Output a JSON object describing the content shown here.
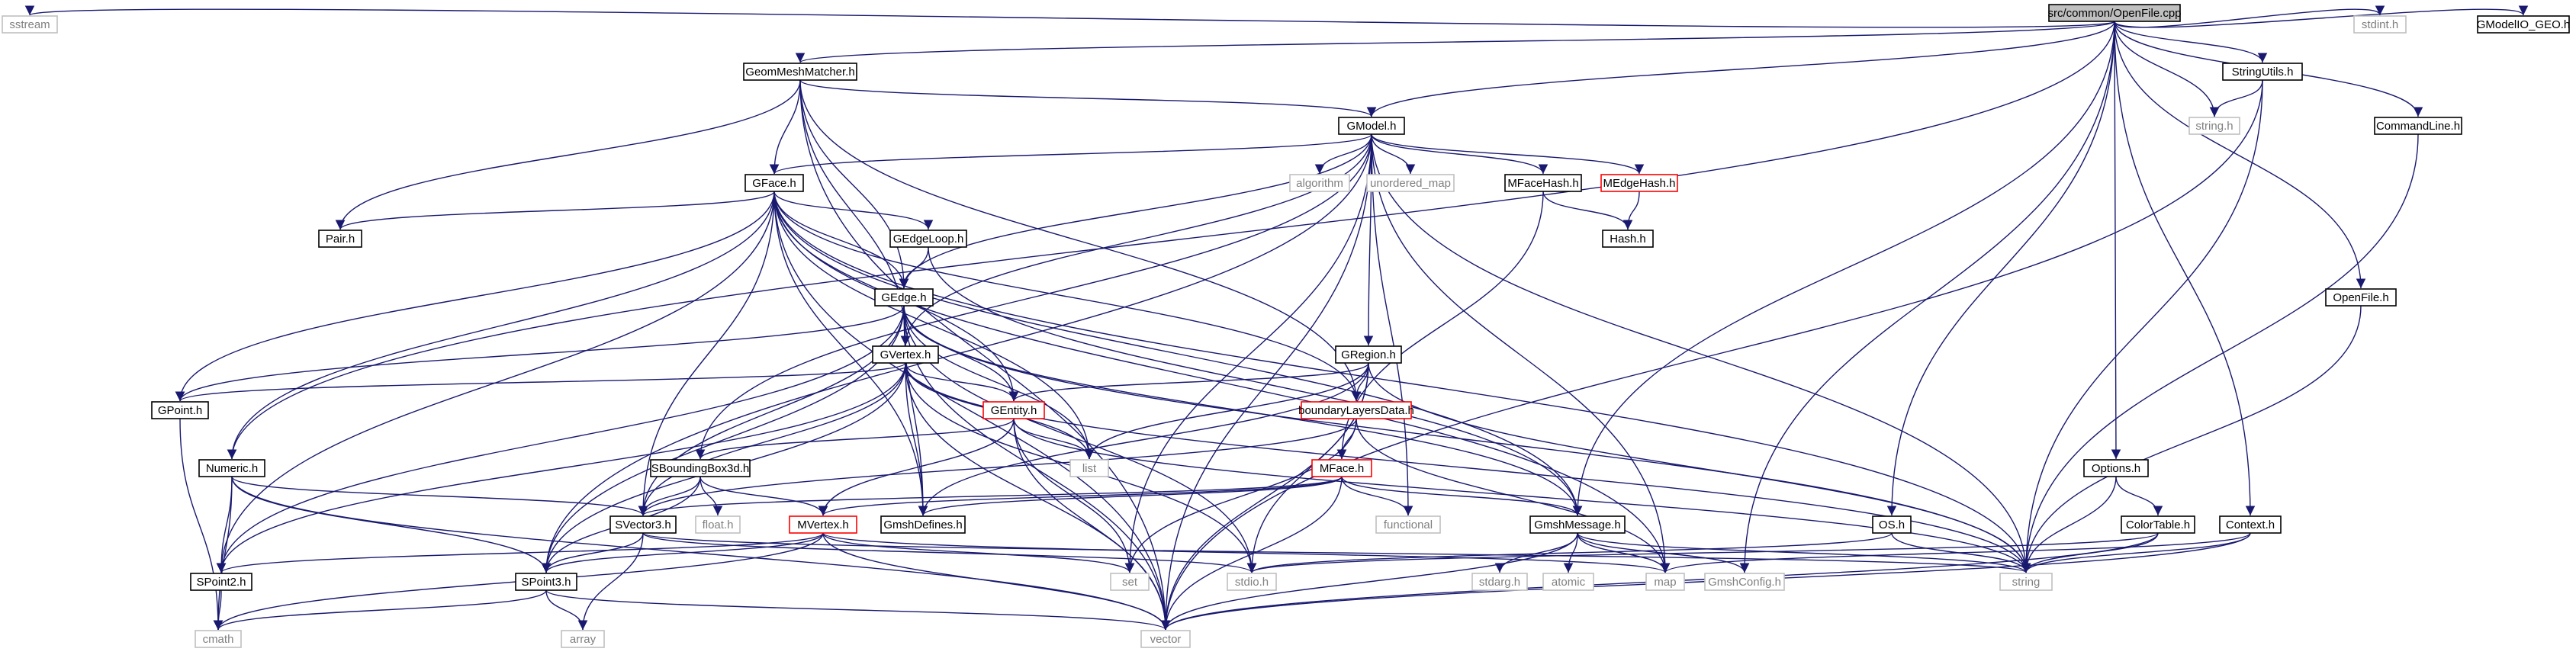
{
  "colors": {
    "edge": "#191970",
    "normal_border": "#000000",
    "normal_text": "#000000",
    "system_border": "#bfbfbf",
    "system_text": "#808080",
    "truncated_border": "#ff0000",
    "root_fill": "#bfbfbf",
    "box_fill": "#ffffff"
  },
  "nodes": [
    {
      "id": "root",
      "label": "src/common/OpenFile.cpp",
      "kind": "root"
    },
    {
      "id": "sstream",
      "label": "sstream",
      "kind": "system"
    },
    {
      "id": "GeomMeshMatcher_h",
      "label": "GeomMeshMatcher.h",
      "kind": "normal"
    },
    {
      "id": "StringUtils_h",
      "label": "StringUtils.h",
      "kind": "normal"
    },
    {
      "id": "stdint_h",
      "label": "stdint.h",
      "kind": "system"
    },
    {
      "id": "GModelIO_GEO_h",
      "label": "GModelIO_GEO.h",
      "kind": "normal"
    },
    {
      "id": "string_h",
      "label": "string.h",
      "kind": "system"
    },
    {
      "id": "CommandLine_h",
      "label": "CommandLine.h",
      "kind": "normal"
    },
    {
      "id": "GModel_h",
      "label": "GModel.h",
      "kind": "normal"
    },
    {
      "id": "algorithm",
      "label": "algorithm",
      "kind": "system"
    },
    {
      "id": "unordered_map",
      "label": "unordered_map",
      "kind": "system"
    },
    {
      "id": "MFaceHash_h",
      "label": "MFaceHash.h",
      "kind": "normal"
    },
    {
      "id": "MEdgeHash_h",
      "label": "MEdgeHash.h",
      "kind": "truncated"
    },
    {
      "id": "Hash_h",
      "label": "Hash.h",
      "kind": "normal"
    },
    {
      "id": "GFace_h",
      "label": "GFace.h",
      "kind": "normal"
    },
    {
      "id": "Pair_h",
      "label": "Pair.h",
      "kind": "normal"
    },
    {
      "id": "GEdgeLoop_h",
      "label": "GEdgeLoop.h",
      "kind": "normal"
    },
    {
      "id": "GEdge_h",
      "label": "GEdge.h",
      "kind": "normal"
    },
    {
      "id": "GVertex_h",
      "label": "GVertex.h",
      "kind": "normal"
    },
    {
      "id": "GRegion_h",
      "label": "GRegion.h",
      "kind": "normal"
    },
    {
      "id": "GPoint_h",
      "label": "GPoint.h",
      "kind": "normal"
    },
    {
      "id": "GEntity_h",
      "label": "GEntity.h",
      "kind": "truncated"
    },
    {
      "id": "boundaryLayersData_h",
      "label": "boundaryLayersData.h",
      "kind": "truncated"
    },
    {
      "id": "OpenFile_h",
      "label": "OpenFile.h",
      "kind": "normal"
    },
    {
      "id": "Numeric_h",
      "label": "Numeric.h",
      "kind": "normal"
    },
    {
      "id": "SBoundingBox3d_h",
      "label": "SBoundingBox3d.h",
      "kind": "normal"
    },
    {
      "id": "list",
      "label": "list",
      "kind": "system"
    },
    {
      "id": "MFace_h",
      "label": "MFace.h",
      "kind": "truncated"
    },
    {
      "id": "Options_h",
      "label": "Options.h",
      "kind": "normal"
    },
    {
      "id": "float_h",
      "label": "float.h",
      "kind": "system"
    },
    {
      "id": "functional",
      "label": "functional",
      "kind": "system"
    },
    {
      "id": "SVector3_h",
      "label": "SVector3.h",
      "kind": "normal"
    },
    {
      "id": "MVertex_h",
      "label": "MVertex.h",
      "kind": "truncated"
    },
    {
      "id": "GmshDefines_h",
      "label": "GmshDefines.h",
      "kind": "normal"
    },
    {
      "id": "GmshMessage_h",
      "label": "GmshMessage.h",
      "kind": "normal"
    },
    {
      "id": "OS_h",
      "label": "OS.h",
      "kind": "normal"
    },
    {
      "id": "ColorTable_h",
      "label": "ColorTable.h",
      "kind": "normal"
    },
    {
      "id": "Context_h",
      "label": "Context.h",
      "kind": "normal"
    },
    {
      "id": "SPoint2_h",
      "label": "SPoint2.h",
      "kind": "normal"
    },
    {
      "id": "SPoint3_h",
      "label": "SPoint3.h",
      "kind": "normal"
    },
    {
      "id": "set",
      "label": "set",
      "kind": "system"
    },
    {
      "id": "stdio_h",
      "label": "stdio.h",
      "kind": "system"
    },
    {
      "id": "stdarg_h",
      "label": "stdarg.h",
      "kind": "system"
    },
    {
      "id": "atomic",
      "label": "atomic",
      "kind": "system"
    },
    {
      "id": "map",
      "label": "map",
      "kind": "system"
    },
    {
      "id": "GmshConfig_h",
      "label": "GmshConfig.h",
      "kind": "system"
    },
    {
      "id": "string",
      "label": "string",
      "kind": "system"
    },
    {
      "id": "cmath",
      "label": "cmath",
      "kind": "system"
    },
    {
      "id": "array",
      "label": "array",
      "kind": "system"
    },
    {
      "id": "vector",
      "label": "vector",
      "kind": "system"
    }
  ],
  "edges": [
    [
      "root",
      "sstream"
    ],
    [
      "root",
      "GeomMeshMatcher_h"
    ],
    [
      "root",
      "Numeric_h"
    ],
    [
      "root",
      "GModel_h"
    ],
    [
      "root",
      "GmshMessage_h"
    ],
    [
      "root",
      "OS_h"
    ],
    [
      "root",
      "GmshConfig_h"
    ],
    [
      "root",
      "string_h"
    ],
    [
      "root",
      "StringUtils_h"
    ],
    [
      "root",
      "Options_h"
    ],
    [
      "root",
      "Context_h"
    ],
    [
      "root",
      "OpenFile_h"
    ],
    [
      "root",
      "CommandLine_h"
    ],
    [
      "root",
      "stdint_h"
    ],
    [
      "root",
      "GModelIO_GEO_h"
    ],
    [
      "GeomMeshMatcher_h",
      "GModel_h"
    ],
    [
      "GeomMeshMatcher_h",
      "Pair_h"
    ],
    [
      "GeomMeshMatcher_h",
      "GFace_h"
    ],
    [
      "GeomMeshMatcher_h",
      "GEdge_h"
    ],
    [
      "GeomMeshMatcher_h",
      "GVertex_h"
    ],
    [
      "GeomMeshMatcher_h",
      "boundaryLayersData_h"
    ],
    [
      "GeomMeshMatcher_h",
      "vector"
    ],
    [
      "StringUtils_h",
      "string_h"
    ],
    [
      "StringUtils_h",
      "string"
    ],
    [
      "StringUtils_h",
      "vector"
    ],
    [
      "CommandLine_h",
      "string"
    ],
    [
      "OpenFile_h",
      "string"
    ],
    [
      "GModel_h",
      "algorithm"
    ],
    [
      "GModel_h",
      "unordered_map"
    ],
    [
      "GModel_h",
      "MFaceHash_h"
    ],
    [
      "GModel_h",
      "MEdgeHash_h"
    ],
    [
      "GModel_h",
      "GFace_h"
    ],
    [
      "GModel_h",
      "GEdge_h"
    ],
    [
      "GModel_h",
      "GVertex_h"
    ],
    [
      "GModel_h",
      "GRegion_h"
    ],
    [
      "GModel_h",
      "SPoint3_h"
    ],
    [
      "GModel_h",
      "SBoundingBox3d_h"
    ],
    [
      "GModel_h",
      "map"
    ],
    [
      "GModel_h",
      "set"
    ],
    [
      "GModel_h",
      "string"
    ],
    [
      "GModel_h",
      "vector"
    ],
    [
      "GModel_h",
      "functional"
    ],
    [
      "MFaceHash_h",
      "Hash_h"
    ],
    [
      "MFaceHash_h",
      "MFace_h"
    ],
    [
      "MEdgeHash_h",
      "Hash_h"
    ],
    [
      "GFace_h",
      "Pair_h"
    ],
    [
      "GFace_h",
      "GEdgeLoop_h"
    ],
    [
      "GFace_h",
      "GEdge_h"
    ],
    [
      "GFace_h",
      "GEntity_h"
    ],
    [
      "GFace_h",
      "GPoint_h"
    ],
    [
      "GFace_h",
      "Numeric_h"
    ],
    [
      "GFace_h",
      "SPoint2_h"
    ],
    [
      "GFace_h",
      "SVector3_h"
    ],
    [
      "GFace_h",
      "GmshDefines_h"
    ],
    [
      "GFace_h",
      "boundaryLayersData_h"
    ],
    [
      "GFace_h",
      "list"
    ],
    [
      "GFace_h",
      "string"
    ],
    [
      "GFace_h",
      "vector"
    ],
    [
      "GFace_h",
      "map"
    ],
    [
      "GFace_h",
      "GmshMessage_h"
    ],
    [
      "GEdgeLoop_h",
      "GEdge_h"
    ],
    [
      "GEdgeLoop_h",
      "GmshMessage_h"
    ],
    [
      "GEdge_h",
      "GVertex_h"
    ],
    [
      "GEdge_h",
      "GEntity_h"
    ],
    [
      "GEdge_h",
      "GPoint_h"
    ],
    [
      "GEdge_h",
      "SVector3_h"
    ],
    [
      "GEdge_h",
      "SPoint3_h"
    ],
    [
      "GEdge_h",
      "GmshDefines_h"
    ],
    [
      "GEdge_h",
      "GmshMessage_h"
    ],
    [
      "GEdge_h",
      "list"
    ],
    [
      "GEdge_h",
      "string"
    ],
    [
      "GEdge_h",
      "vector"
    ],
    [
      "GEdge_h",
      "stdio_h"
    ],
    [
      "GEdge_h",
      "SPoint2_h"
    ],
    [
      "GVertex_h",
      "GEntity_h"
    ],
    [
      "GVertex_h",
      "GPoint_h"
    ],
    [
      "GVertex_h",
      "SPoint2_h"
    ],
    [
      "GVertex_h",
      "SPoint3_h"
    ],
    [
      "GVertex_h",
      "GmshDefines_h"
    ],
    [
      "GVertex_h",
      "list"
    ],
    [
      "GVertex_h",
      "string"
    ],
    [
      "GVertex_h",
      "stdio_h"
    ],
    [
      "GVertex_h",
      "vector"
    ],
    [
      "GVertex_h",
      "SVector3_h"
    ],
    [
      "GRegion_h",
      "GEntity_h"
    ],
    [
      "GRegion_h",
      "boundaryLayersData_h"
    ],
    [
      "GRegion_h",
      "list"
    ],
    [
      "GRegion_h",
      "GmshDefines_h"
    ],
    [
      "GRegion_h",
      "string"
    ],
    [
      "GRegion_h",
      "stdio_h"
    ],
    [
      "GRegion_h",
      "vector"
    ],
    [
      "GPoint_h",
      "cmath"
    ],
    [
      "GEntity_h",
      "SBoundingBox3d_h"
    ],
    [
      "GEntity_h",
      "list"
    ],
    [
      "GEntity_h",
      "set"
    ],
    [
      "GEntity_h",
      "string"
    ],
    [
      "GEntity_h",
      "vector"
    ],
    [
      "GEntity_h",
      "MVertex_h"
    ],
    [
      "boundaryLayersData_h",
      "MFace_h"
    ],
    [
      "boundaryLayersData_h",
      "SVector3_h"
    ],
    [
      "boundaryLayersData_h",
      "set"
    ],
    [
      "boundaryLayersData_h",
      "map"
    ],
    [
      "Numeric_h",
      "SPoint2_h"
    ],
    [
      "Numeric_h",
      "SPoint3_h"
    ],
    [
      "Numeric_h",
      "SVector3_h"
    ],
    [
      "Numeric_h",
      "cmath"
    ],
    [
      "Numeric_h",
      "vector"
    ],
    [
      "SBoundingBox3d_h",
      "float_h"
    ],
    [
      "SBoundingBox3d_h",
      "SPoint3_h"
    ],
    [
      "SBoundingBox3d_h",
      "SVector3_h"
    ],
    [
      "SBoundingBox3d_h",
      "MVertex_h"
    ],
    [
      "MFace_h",
      "functional"
    ],
    [
      "MFace_h",
      "MVertex_h"
    ],
    [
      "MFace_h",
      "SVector3_h"
    ],
    [
      "MFace_h",
      "GmshDefines_h"
    ],
    [
      "MFace_h",
      "GmshMessage_h"
    ],
    [
      "MFace_h",
      "vector"
    ],
    [
      "SVector3_h",
      "SPoint3_h"
    ],
    [
      "SVector3_h",
      "string"
    ],
    [
      "SVector3_h",
      "stdio_h"
    ],
    [
      "SVector3_h",
      "array"
    ],
    [
      "MVertex_h",
      "SPoint2_h"
    ],
    [
      "MVertex_h",
      "SPoint3_h"
    ],
    [
      "MVertex_h",
      "set"
    ],
    [
      "MVertex_h",
      "cmath"
    ],
    [
      "MVertex_h",
      "vector"
    ],
    [
      "MVertex_h",
      "map"
    ],
    [
      "GmshMessage_h",
      "stdarg_h"
    ],
    [
      "GmshMessage_h",
      "atomic"
    ],
    [
      "GmshMessage_h",
      "map"
    ],
    [
      "GmshMessage_h",
      "GmshConfig_h"
    ],
    [
      "GmshMessage_h",
      "string"
    ],
    [
      "GmshMessage_h",
      "vector"
    ],
    [
      "OS_h",
      "string"
    ],
    [
      "OS_h",
      "stdio_h"
    ],
    [
      "Options_h",
      "ColorTable_h"
    ],
    [
      "Options_h",
      "string"
    ],
    [
      "ColorTable_h",
      "string"
    ],
    [
      "ColorTable_h",
      "stdio_h"
    ],
    [
      "ColorTable_h",
      "vector"
    ],
    [
      "Context_h",
      "string"
    ],
    [
      "Context_h",
      "vector"
    ],
    [
      "Context_h",
      "map"
    ],
    [
      "SPoint2_h",
      "cmath"
    ],
    [
      "SPoint3_h",
      "cmath"
    ],
    [
      "SPoint3_h",
      "array"
    ],
    [
      "SPoint3_h",
      "vector"
    ]
  ]
}
